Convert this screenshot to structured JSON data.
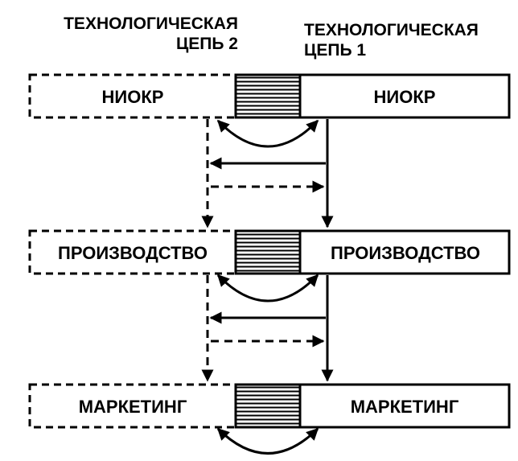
{
  "headers": {
    "chain2": [
      "ТЕХНОЛОГИЧЕСКАЯ",
      "ЦЕПЬ 2"
    ],
    "chain1": [
      "ТЕХНОЛОГИЧЕСКАЯ",
      "ЦЕПЬ 1"
    ]
  },
  "stages": [
    {
      "left": "НИОКР",
      "right": "НИОКР"
    },
    {
      "left": "ПРОИЗВОДСТВО",
      "right": "ПРОИЗВОДСТВО"
    },
    {
      "left": "МАРКЕТИНГ",
      "right": "МАРКЕТИНГ"
    }
  ]
}
